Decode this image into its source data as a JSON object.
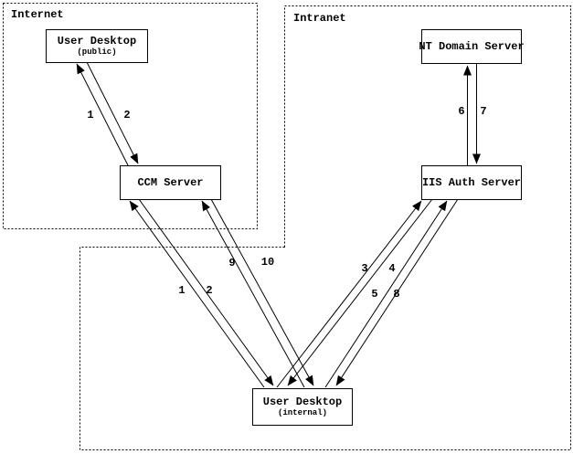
{
  "diagram": {
    "zones": [
      {
        "id": "internet",
        "label": "Internet"
      },
      {
        "id": "intranet",
        "label": "Intranet"
      }
    ],
    "nodes": [
      {
        "id": "user-desktop-public",
        "title": "User Desktop",
        "subtitle": "(public)"
      },
      {
        "id": "ccm-server",
        "title": "CCM Server",
        "subtitle": ""
      },
      {
        "id": "nt-domain-server",
        "title": "NT Domain Server",
        "subtitle": ""
      },
      {
        "id": "iis-auth-server",
        "title": "IIS Auth Server",
        "subtitle": ""
      },
      {
        "id": "user-desktop-internal",
        "title": "User Desktop",
        "subtitle": "(internal)"
      }
    ],
    "edge_labels": [
      {
        "label": "1",
        "between": "user-desktop-public and ccm-server"
      },
      {
        "label": "2",
        "between": "ccm-server and user-desktop-public"
      },
      {
        "label": "1",
        "between": "user-desktop-internal and ccm-server"
      },
      {
        "label": "2",
        "between": "ccm-server and user-desktop-internal"
      },
      {
        "label": "9",
        "between": "user-desktop-internal and ccm-server"
      },
      {
        "label": "10",
        "between": "ccm-server and user-desktop-internal"
      },
      {
        "label": "3",
        "between": "user-desktop-internal and iis-auth-server"
      },
      {
        "label": "4",
        "between": "iis-auth-server and user-desktop-internal"
      },
      {
        "label": "5",
        "between": "user-desktop-internal and iis-auth-server"
      },
      {
        "label": "8",
        "between": "iis-auth-server and user-desktop-internal"
      },
      {
        "label": "6",
        "between": "iis-auth-server and nt-domain-server"
      },
      {
        "label": "7",
        "between": "nt-domain-server and iis-auth-server"
      }
    ],
    "colors": {
      "line": "#000000",
      "background": "#ffffff"
    }
  }
}
